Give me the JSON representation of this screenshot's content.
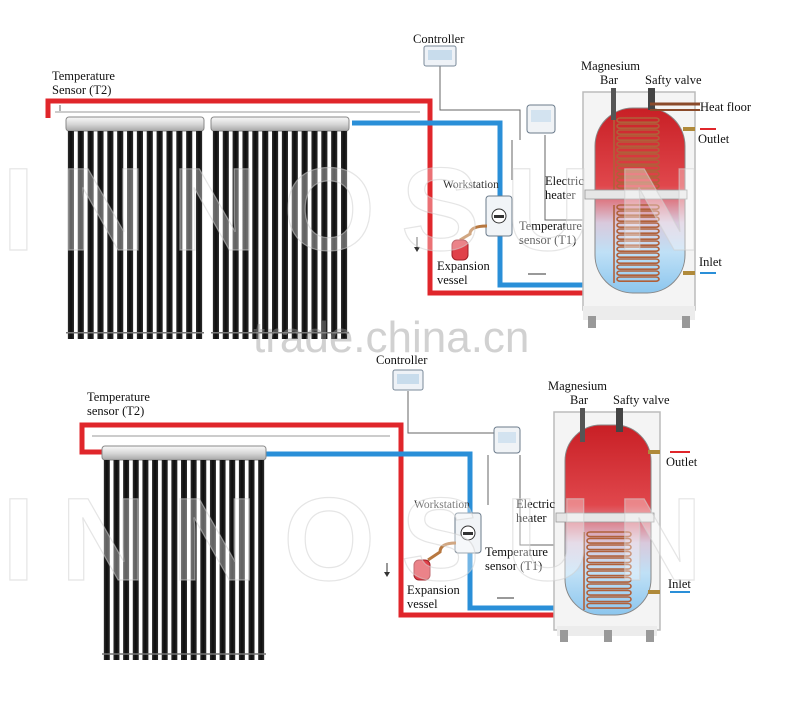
{
  "watermark": {
    "site": "trade.china.cn",
    "brand": "INNOSUN"
  },
  "colors": {
    "hot_pipe": "#e0262b",
    "cold_pipe": "#2a8fd8",
    "tank_hot": "#d8282e",
    "tank_cold": "#bfe0f6",
    "coil": "#b0603a"
  },
  "top": {
    "controller": "Controller",
    "temp_sensor_t2": [
      "Temperature",
      "Sensor (T2)"
    ],
    "magnesium_bar": [
      "Magnesium",
      "Bar"
    ],
    "safety_valve": "Safty valve",
    "heat_floor": "Heat floor",
    "outlet": "Outlet",
    "electric_heater": [
      "Electric",
      "heater"
    ],
    "workstation": "Workstation",
    "temp_sensor_t1": [
      "Temperature",
      "sensor (T1)"
    ],
    "expansion_vessel": [
      "Expansion",
      "vessel"
    ],
    "inlet": "Inlet"
  },
  "bottom": {
    "controller": "Controller",
    "temp_sensor_t2": [
      "Temperature",
      "sensor (T2)"
    ],
    "magnesium_bar": [
      "Magnesium",
      "Bar"
    ],
    "safety_valve": "Safty valve",
    "outlet": "Outlet",
    "electric_heater": [
      "Electric",
      "heater"
    ],
    "workstation": "Workstation",
    "temp_sensor_t1": [
      "Temperature",
      "sensor (T1)"
    ],
    "expansion_vessel": [
      "Expansion",
      "vessel"
    ],
    "inlet": "Inlet"
  }
}
